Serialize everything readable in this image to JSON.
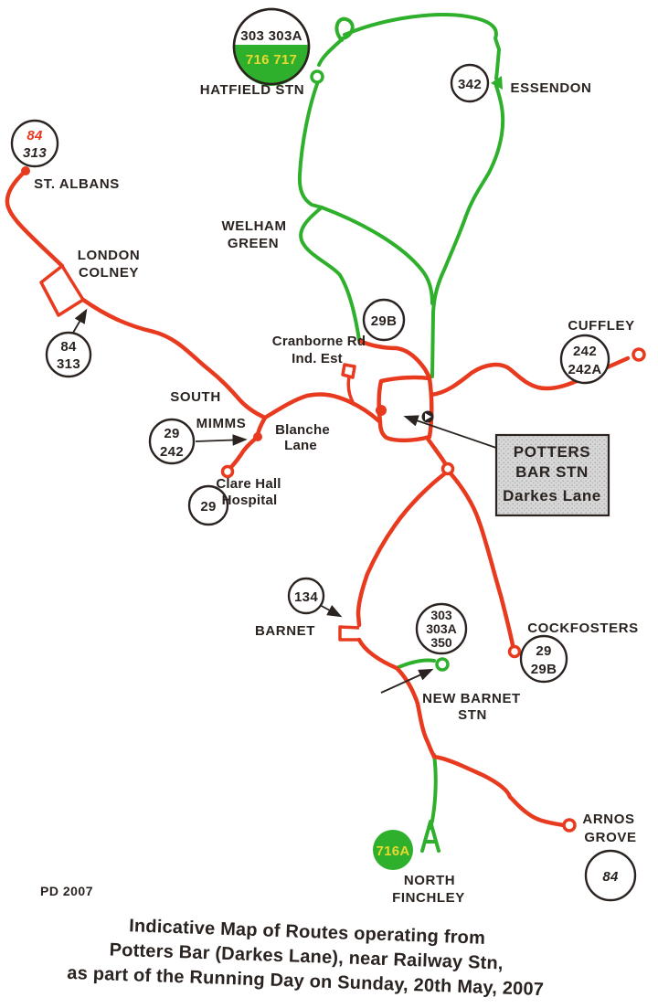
{
  "colors": {
    "route_red": "#e83a1e",
    "route_green": "#2fb02c",
    "badge_yellow": "#e8d832",
    "ink": "#2a2320",
    "box_fill": "#d7d7d7",
    "box_dot": "#a9a9a9"
  },
  "map": {
    "badges": {
      "hatfield_stn": {
        "black_routes": "303 303A",
        "green_routes": "716 717"
      },
      "essendon": {
        "l1": "342"
      },
      "st_albans": {
        "l1": "84",
        "l2": "313"
      },
      "london_colney": {
        "l1": "84",
        "l2": "313"
      },
      "welham": {
        "l1": "29B"
      },
      "cuffley": {
        "l1": "242",
        "l2": "242A"
      },
      "south_mimms": {
        "l1": "29",
        "l2": "242"
      },
      "clare_hall": {
        "l1": "29"
      },
      "barnet": {
        "l1": "134"
      },
      "new_barnet": {
        "l1": "303",
        "l2": "303A",
        "l3": "350"
      },
      "cockfosters": {
        "l1": "29",
        "l2": "29B"
      },
      "arnos_grove": {
        "l1": "84"
      },
      "north_finchley": {
        "l1": "716A"
      }
    },
    "labels": {
      "hatfield_stn": "HATFIELD STN",
      "essendon": "ESSENDON",
      "st_albans": "ST. ALBANS",
      "london_colney_1": "LONDON",
      "london_colney_2": "COLNEY",
      "welham_1": "WELHAM",
      "welham_2": "GREEN",
      "cranborne_1": "Cranborne Rd",
      "cranborne_2": "Ind. Est",
      "cuffley": "CUFFLEY",
      "south_mimms_1": "SOUTH",
      "south_mimms_2": "MIMMS",
      "blanche_1": "Blanche",
      "blanche_2": "Lane",
      "clare_hall_1": "Clare Hall",
      "clare_hall_2": "Hospital",
      "barnet": "BARNET",
      "cockfosters": "COCKFOSTERS",
      "new_barnet_1": "NEW BARNET",
      "new_barnet_2": "STN",
      "arnos_1": "ARNOS",
      "arnos_2": "GROVE",
      "north_finchley_1": "NORTH",
      "north_finchley_2": "FINCHLEY"
    },
    "station_box": {
      "l1": "POTTERS",
      "l2": "BAR STN",
      "l3": "Darkes Lane"
    },
    "credit": "PD 2007"
  },
  "caption": {
    "l1": "Indicative Map of Routes operating from",
    "l2": "Potters Bar (Darkes Lane), near Railway Stn,",
    "l3": "as part of the Running Day on Sunday, 20th May, 2007"
  }
}
